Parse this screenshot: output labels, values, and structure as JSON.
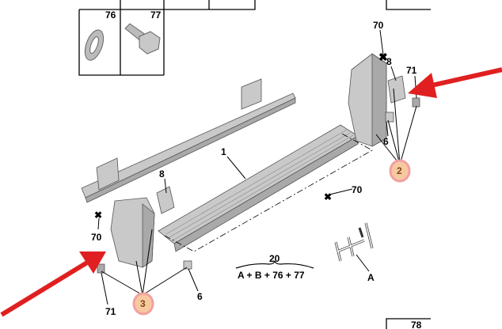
{
  "table": {
    "ref_76": "76",
    "ref_77": "77",
    "ref_78": "78"
  },
  "callouts": {
    "rail": "1",
    "bracket_right_group": "2",
    "bracket_left_group": "3",
    "cap_right": "6",
    "cap_left": "6",
    "clip_right": "8",
    "clip_left": "8",
    "fastener_top": "70",
    "fastener_mid": "70",
    "fastener_left": "70",
    "nut_right": "71",
    "nut_left": "71",
    "kit": "20",
    "kit_formula": "A + B + 76 + 77",
    "frame": "A"
  },
  "colors": {
    "arrow": "#e02020",
    "highlight": "#f8c9a0",
    "highlight_ring": "#f2a0a0"
  }
}
